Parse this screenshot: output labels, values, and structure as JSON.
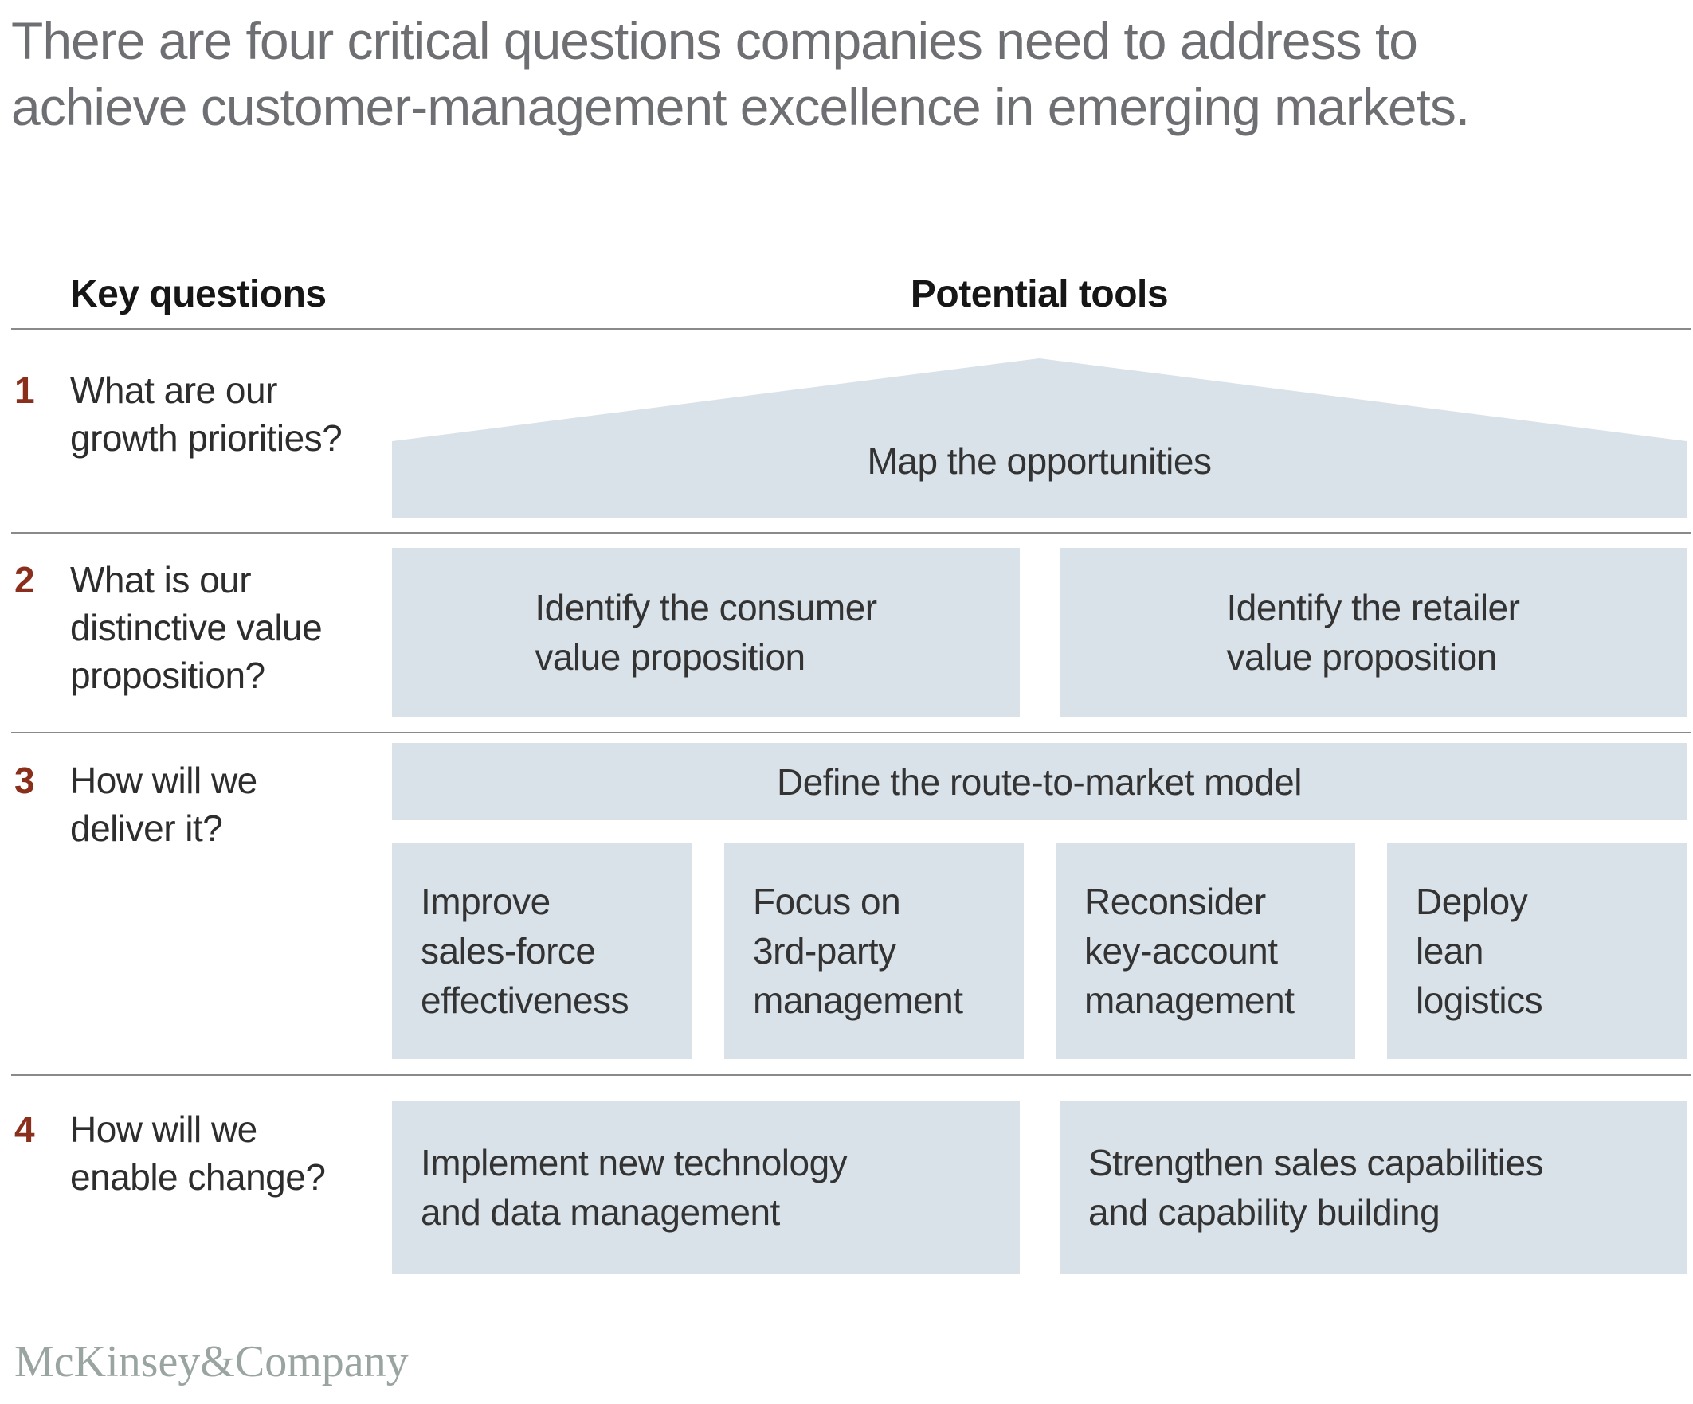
{
  "title": "There are four critical questions companies need to address to\nachieve customer-management excellence in emerging markets.",
  "columns": {
    "key_questions": "Key questions",
    "potential_tools": "Potential tools"
  },
  "rows": [
    {
      "number": "1",
      "question": "What are our\ngrowth priorities?"
    },
    {
      "number": "2",
      "question": "What is our\ndistinctive value\nproposition?"
    },
    {
      "number": "3",
      "question": "How will we\ndeliver it?"
    },
    {
      "number": "4",
      "question": "How will we\nenable change?"
    }
  ],
  "tools": {
    "map_opportunities": "Map the opportunities",
    "consumer_value": "Identify the consumer\nvalue proposition",
    "retailer_value": "Identify the retailer\nvalue proposition",
    "route_to_market": "Define the route-to-market model",
    "sales_force": "Improve\nsales-force\neffectiveness",
    "third_party": "Focus on\n3rd-party\nmanagement",
    "key_account": "Reconsider\nkey-account\nmanagement",
    "lean_logistics": "Deploy\nlean\nlogistics",
    "technology": "Implement new technology\nand data management",
    "capabilities": "Strengthen sales capabilities\nand capability building"
  },
  "footer": {
    "logo": "McKinsey&Company"
  },
  "colors": {
    "box_fill": "#d9e2e9",
    "row_number": "#8b2f1d",
    "title_text": "#6e6f72",
    "body_text": "#2d2d2d",
    "box_text": "#333333",
    "divider": "#8a8a8a",
    "logo_text": "#9aa5a1"
  }
}
